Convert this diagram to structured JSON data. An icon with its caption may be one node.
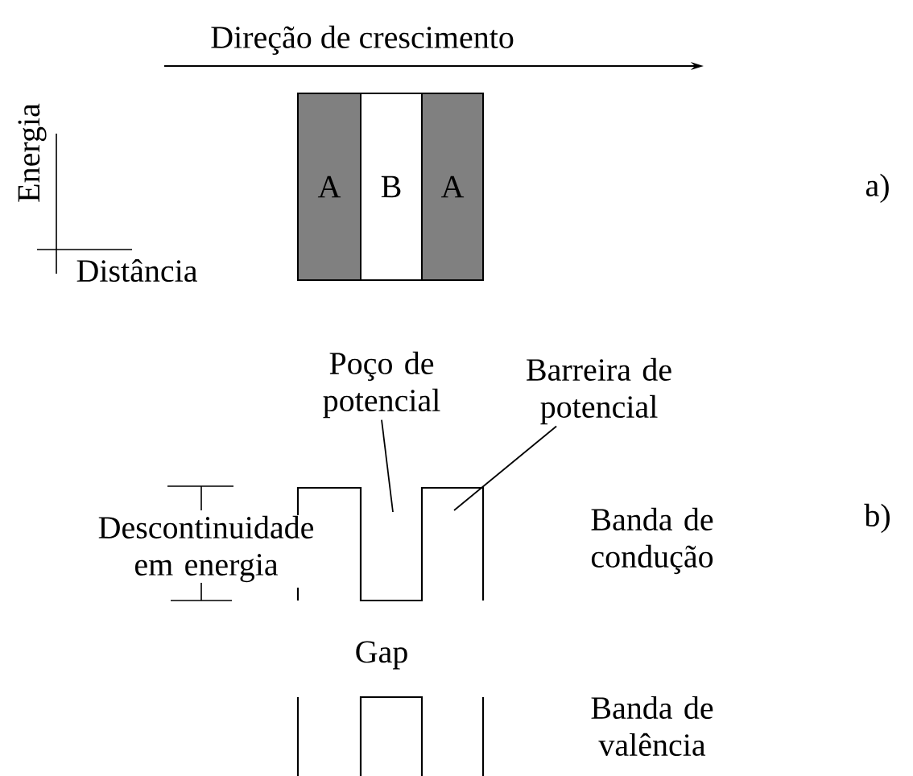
{
  "diagram": {
    "nodes": [
      {
        "text": [
          "A"
        ]
      },
      {
        "text": [
          "B"
        ]
      },
      {
        "text": [
          "A"
        ]
      },
      {
        "text": [
          "Poço de potencial"
        ]
      },
      {
        "text": [
          "Barreira de potencial"
        ]
      }
    ],
    "edges": [
      {
        "from": 3,
        "to": null,
        "arrow": "none"
      },
      {
        "from": 4,
        "to": null,
        "arrow": "none"
      }
    ],
    "labels": [
      "Direção de crescimento",
      "Energia",
      "Distância",
      "a)",
      "Descontinuidade em energia",
      "Banda de condução",
      "b)",
      "Gap",
      "Banda de valência"
    ]
  }
}
